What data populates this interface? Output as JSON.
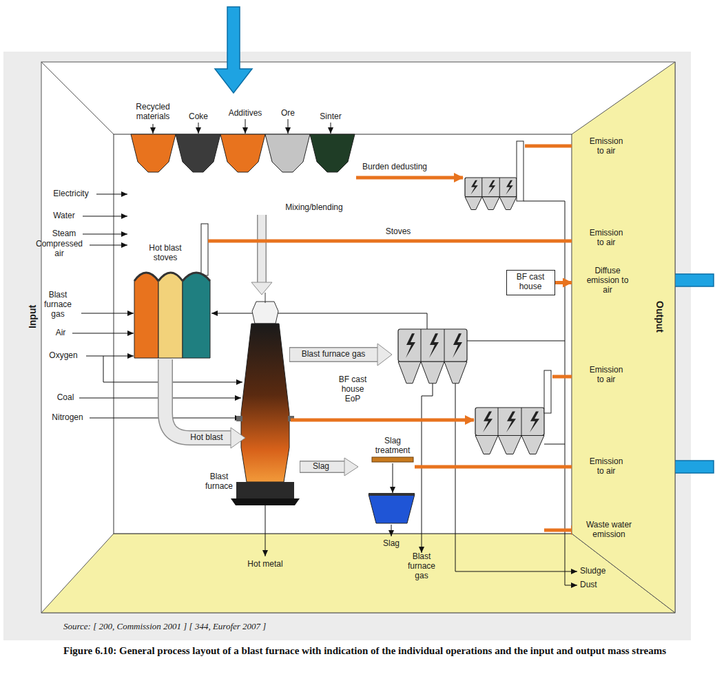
{
  "diagram": {
    "caption": "Figure 6.10: General process layout of a blast furnace with indication of the individual operations and the input and output mass streams",
    "nodes": [
      {
        "text": [
          "Output"
        ]
      },
      {
        "text": [
          "BF cast house"
        ]
      }
    ],
    "edges": [
      {
        "from": 1,
        "to": 0,
        "arrow": "to"
      }
    ],
    "labels": [
      "Recycled materials",
      "Coke",
      "Additives",
      "Ore",
      "Sinter",
      "Burden dedusting",
      "Emission to air",
      "Mixing/blending",
      "Electricity",
      "Water",
      "Steam",
      "Compressed air",
      "Hot blast stoves",
      "Stoves",
      "Emission to air",
      "Diffuse emission to air",
      "Input",
      "Blast furnace gas",
      "Air",
      "Oxygen",
      "Blast furnace gas",
      "BF cast house EoP",
      "Emission to air",
      "Coal",
      "Nitrogen",
      "Hot blast",
      "Slag treatment",
      "Slag",
      "Emission to air",
      "Blast furnace",
      "Waste water emission",
      "Hot metal",
      "Slag",
      "Blast furnace gas",
      "Sludge",
      "Dust",
      "Source: [ 200, Commission 2001 ] [ 344, Eurofer 2007 ]"
    ]
  }
}
